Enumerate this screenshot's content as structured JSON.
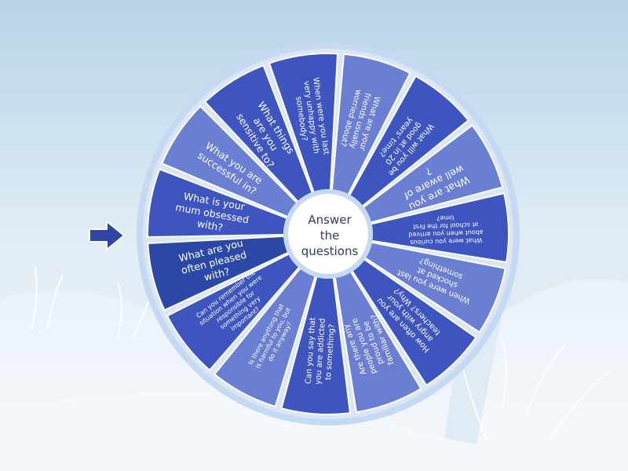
{
  "wheel": {
    "center_label": "Answer the questions",
    "colors": {
      "dark": "#3e55c0",
      "light": "#6a7fd2",
      "selected": "#2c48a6",
      "rim": "#c6d9f2",
      "hub": "#ffffff"
    },
    "segments": [
      {
        "label": "When were you last very unhappy with somebody?"
      },
      {
        "label": "What are your friends usually worried about?"
      },
      {
        "label": "What will you be good at in 20 years' time?"
      },
      {
        "label": "What are you well aware of ?"
      },
      {
        "label": "What were you curious about when you arrived at school for the first time?"
      },
      {
        "label": "When were you last shocked at something?"
      },
      {
        "label": "How often are you angry with your teachers? Why?"
      },
      {
        "label": "Are there any people you are proud to be familiar with?"
      },
      {
        "label": "Can you say that you are addicted to something?"
      },
      {
        "label": "Is there anything that is harmful to you, but do it anyway?"
      },
      {
        "label": "Can you remember the situation when you were responsible for something very important?"
      },
      {
        "label": "What are you often pleased with?"
      },
      {
        "label": "What is your mum obsessed with?"
      },
      {
        "label": "What you are successful in?"
      },
      {
        "label": "What things are you sensitive to?"
      }
    ]
  },
  "pointer": {
    "icon": "arrow-right-icon",
    "color": "#2f45a8"
  }
}
